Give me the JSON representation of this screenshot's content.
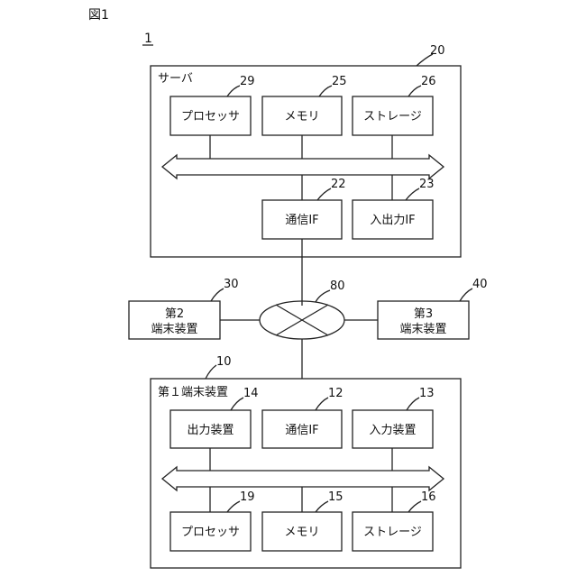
{
  "figure_label": "図1",
  "system_ref": "1",
  "server": {
    "title": "サーバ",
    "ref": "20",
    "processor": {
      "label": "プロセッサ",
      "ref": "29"
    },
    "memory": {
      "label": "メモリ",
      "ref": "25"
    },
    "storage": {
      "label": "ストレージ",
      "ref": "26"
    },
    "comm_if": {
      "label": "通信IF",
      "ref": "22"
    },
    "io_if": {
      "label": "入出力IF",
      "ref": "23"
    }
  },
  "network": {
    "ref": "80"
  },
  "terminal2": {
    "line1": "第2",
    "line2": "端末装置",
    "ref": "30"
  },
  "terminal3": {
    "line1": "第3",
    "line2": "端末装置",
    "ref": "40"
  },
  "terminal1": {
    "title": "第１端末装置",
    "ref": "10",
    "output": {
      "label": "出力装置",
      "ref": "14"
    },
    "comm_if": {
      "label": "通信IF",
      "ref": "12"
    },
    "input": {
      "label": "入力装置",
      "ref": "13"
    },
    "processor": {
      "label": "プロセッサ",
      "ref": "19"
    },
    "memory": {
      "label": "メモリ",
      "ref": "15"
    },
    "storage": {
      "label": "ストレージ",
      "ref": "16"
    }
  }
}
